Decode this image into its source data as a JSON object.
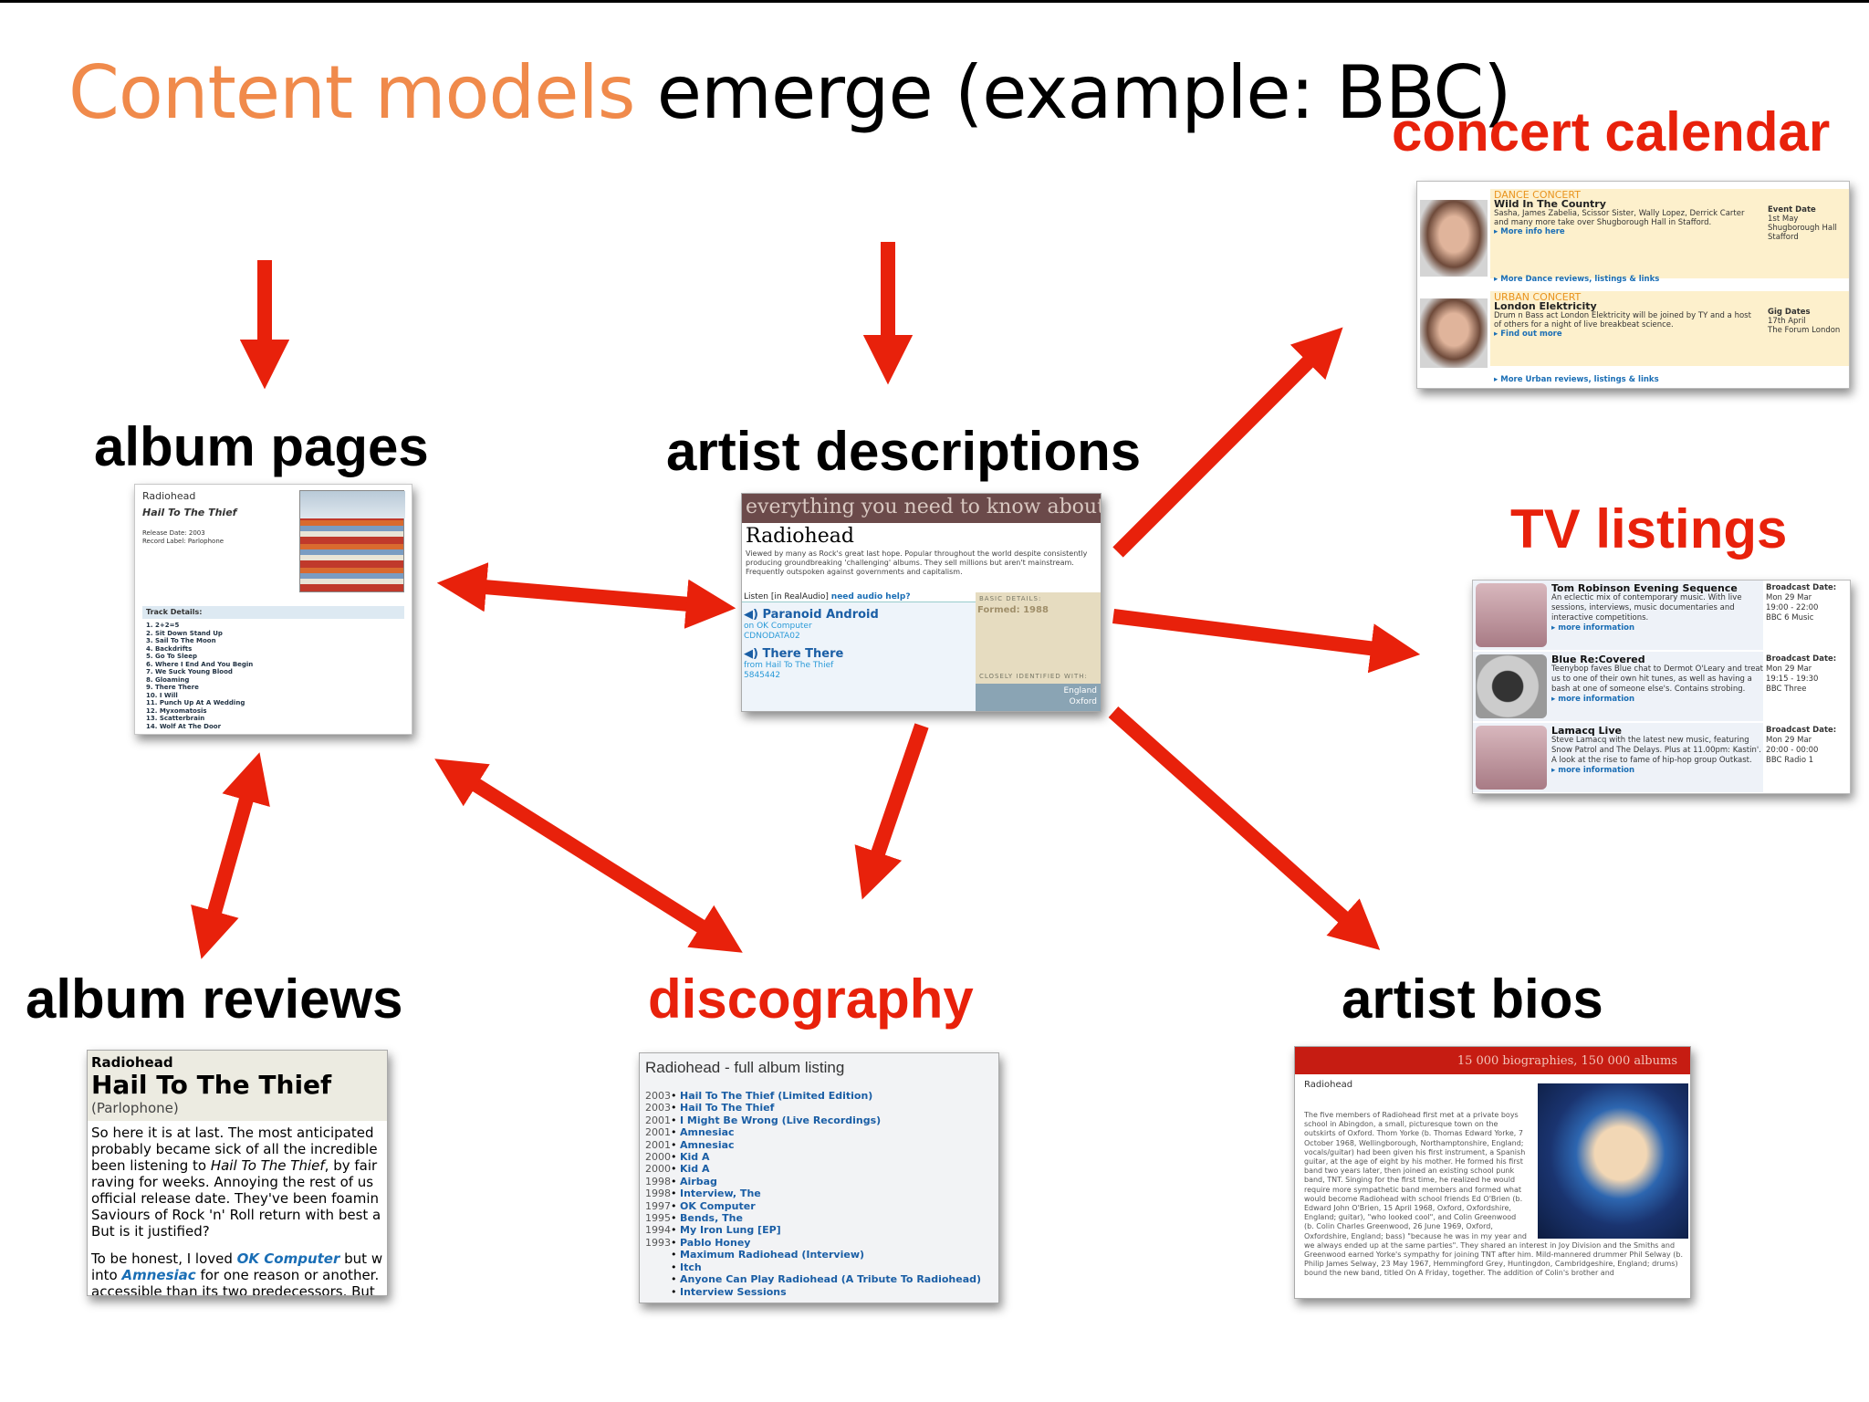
{
  "title": {
    "accent": "Content models",
    "rest": " emerge (example: BBC)"
  },
  "labels": {
    "album_pages": "album pages",
    "artist_descriptions": "artist descriptions",
    "concert_calendar": "concert calendar",
    "tv_listings": "TV listings",
    "album_reviews": "album reviews",
    "discography": "discography",
    "artist_bios": "artist bios"
  },
  "colors": {
    "accent_orange": "#f08a4b",
    "arrow_red": "#e8210b",
    "highlight_red": "#e8210b",
    "link_blue": "#1a6eb5"
  },
  "album_page": {
    "artist": "Radiohead",
    "album": "Hail To The Thief",
    "release_date": "Release Date: 2003",
    "record_label": "Record Label: Parlophone",
    "track_details": "Track Details:",
    "tracks": [
      "1. 2+2=5",
      "2. Sit Down Stand Up",
      "3. Sail To The Moon",
      "4. Backdrifts",
      "5. Go To Sleep",
      "6. Where I End And You Begin",
      "7. We Suck Young Blood",
      "8. Gloaming",
      "9. There There",
      "10. I Will",
      "11. Punch Up At A Wedding",
      "12. Myxomatosis",
      "13. Scatterbrain",
      "14. Wolf At The Door"
    ]
  },
  "artist_description": {
    "banner": "everything you need to know about",
    "name": "Radiohead",
    "description": "Viewed by many as Rock's great last hope. Popular throughout the world despite consistently producing groundbreaking 'challenging' albums. They sell millions but aren't mainstream. Frequently outspoken against governments and capitalism.",
    "listen": "Listen [in RealAudio]",
    "audio_help": "need audio help?",
    "track1": "Paranoid Android",
    "track1_from": "on OK Computer",
    "track1_code": "CDNODATA02",
    "track2": "There There",
    "track2_from": "from Hail To The Thief",
    "track2_code": "5845442",
    "basic_details": "BASIC DETAILS:",
    "formed": "Formed: 1988",
    "closely": "CLOSELY IDENTIFIED WITH:",
    "place1": "England",
    "place2": "Oxford"
  },
  "concert": {
    "item1_cat": "DANCE CONCERT",
    "item1_title": "Wild In The Country",
    "item1_desc": "Sasha, James Zabelia, Scissor Sister, Wally Lopez, Derrick Carter and many more take over Shugborough Hall in Stafford.",
    "item1_more": "More info here",
    "item1_date_head": "Event Date",
    "item1_date": "1st May",
    "item1_place": "Shugborough Hall Stafford",
    "link1": "More Dance reviews, listings & links",
    "item2_cat": "URBAN CONCERT",
    "item2_title": "London Elektricity",
    "item2_desc": "Drum n Bass act London Elektricity will be joined by TY and a host of others for a night of live breakbeat science.",
    "item2_more": "Find out more",
    "item2_date_head": "Gig Dates",
    "item2_date": "17th April",
    "item2_place": "The Forum London",
    "link2": "More Urban reviews, listings & links"
  },
  "tv": {
    "items": [
      {
        "title": "Tom Robinson Evening Sequence",
        "desc": "An eclectic mix of contemporary music. With live sessions, interviews, music documentaries and interactive competitions.",
        "more": "more information",
        "date_head": "Broadcast Date:",
        "date": "Mon 29 Mar",
        "time": "19:00 - 22:00",
        "channel": "BBC 6 Music"
      },
      {
        "title": "Blue Re:Covered",
        "desc": "Teenybop faves Blue chat to Dermot O'Leary and treat us to one of their own hit tunes, as well as having a bash at one of someone else's. Contains strobing.",
        "more": "more information",
        "date_head": "Broadcast Date:",
        "date": "Mon 29 Mar",
        "time": "19:15 - 19:30",
        "channel": "BBC Three"
      },
      {
        "title": "Lamacq Live",
        "desc": "Steve Lamacq with the latest new music, featuring Snow Patrol and The Delays. Plus at 11.00pm: Kastin'. A look at the rise to fame of hip-hop group Outkast.",
        "more": "more information",
        "date_head": "Broadcast Date:",
        "date": "Mon 29 Mar",
        "time": "20:00 - 00:00",
        "channel": "BBC Radio 1"
      }
    ]
  },
  "review": {
    "artist": "Radiohead",
    "album": "Hail To The Thief",
    "label": "(Parlophone)",
    "p1_l1": "So here it is at last. The most anticipated",
    "p1_l2": "probably became sick of all the incredible",
    "p1_l3a": "been listening to ",
    "p1_l3b": "Hail To The Thief",
    "p1_l3c": ", by fair",
    "p1_l4": "raving for weeks. Annoying the rest of us",
    "p1_l5": "official release date. They've been foamin",
    "p1_l6": "Saviours of Rock 'n' Roll return with best a",
    "p1_l7": "But is it justified?",
    "p2_l1a": "To be honest, I loved ",
    "p2_l1b": "OK Computer",
    "p2_l1c": " but w",
    "p2_l2a": "into ",
    "p2_l2b": "Amnesiac",
    "p2_l2c": " for one reason or another.",
    "p2_l3": "accessible than its two predecessors. But"
  },
  "discography": {
    "heading": "Radiohead - full album listing",
    "albums": [
      {
        "year": "2003",
        "title": "Hail To The Thief (Limited Edition)"
      },
      {
        "year": "2003",
        "title": "Hail To The Thief"
      },
      {
        "year": "2001",
        "title": "I Might Be Wrong (Live Recordings)"
      },
      {
        "year": "2001",
        "title": "Amnesiac"
      },
      {
        "year": "2001",
        "title": "Amnesiac"
      },
      {
        "year": "2000",
        "title": "Kid A"
      },
      {
        "year": "2000",
        "title": "Kid A"
      },
      {
        "year": "1998",
        "title": "Airbag"
      },
      {
        "year": "1998",
        "title": "Interview, The"
      },
      {
        "year": "1997",
        "title": "OK Computer"
      },
      {
        "year": "1995",
        "title": "Bends, The"
      },
      {
        "year": "1994",
        "title": "My Iron Lung [EP]"
      },
      {
        "year": "1993",
        "title": "Pablo Honey"
      },
      {
        "year": "",
        "title": "Maximum Radiohead (Interview)"
      },
      {
        "year": "",
        "title": "Itch"
      },
      {
        "year": "",
        "title": "Anyone Can Play Radiohead (A Tribute To Radiohead)"
      },
      {
        "year": "",
        "title": "Interview Sessions"
      }
    ]
  },
  "bios": {
    "header": "15 000 biographies, 150 000 albums",
    "artist": "Radiohead",
    "text": "The five members of Radiohead first met at a private boys school in Abingdon, a small, picturesque town on the outskirts of Oxford. Thom Yorke (b. Thomas Edward Yorke, 7 October 1968, Wellingborough, Northamptonshire, England; vocals/guitar) had been given his first instrument, a Spanish guitar, at the age of eight by his mother. He formed his first band two years later, then joined an existing school punk band, TNT. Singing for the first time, he realized he would require more sympathetic band members and formed what would become Radiohead with school friends Ed O'Brien (b. Edward John O'Brien, 15 April 1968, Oxford, Oxfordshire, England; guitar), \"who looked cool\", and Colin Greenwood (b. Colin Charles Greenwood, 26 June 1969, Oxford, Oxfordshire, England; bass) \"because he was in my year and we always ended up at the same parties\". They shared an interest in Joy Division and the Smiths and Greenwood earned Yorke's sympathy for joining TNT after him. Mild-mannered drummer Phil Selway (b. Philip James Selway, 23 May 1967, Hemmingford Grey, Huntingdon, Cambridgeshire, England; drums) bound the new band, titled On A Friday, together. The addition of Colin's brother and"
  }
}
